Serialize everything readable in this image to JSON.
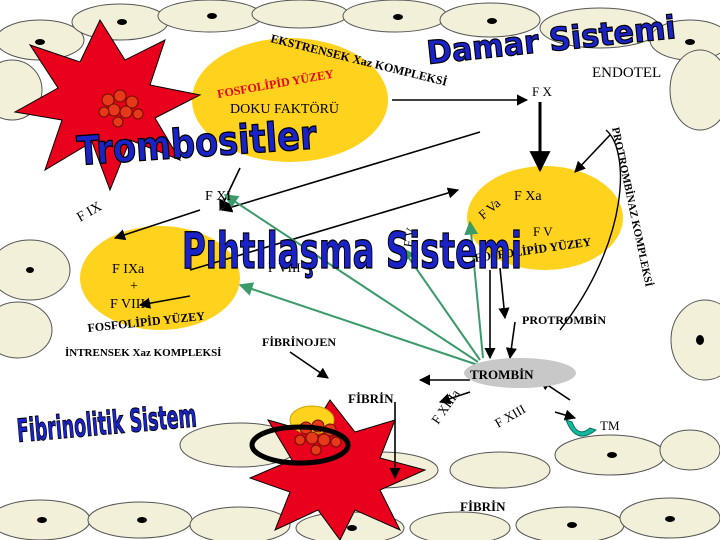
{
  "titles": {
    "damar_sistemi": "Damar Sistemi",
    "trombositler": "Trombositler",
    "pihtilasma_sistemi": "Pıhtılaşma Sistemi",
    "fibrinolitik_sistem": "Fibrinolitik Sistem"
  },
  "labels": {
    "ekstrensek_complex": "EKSTRENSEK Xaz KOMPLEKSİ",
    "endotel": "ENDOTEL",
    "fosfolipid_yuzey_top": "FOSFOLİPİD YÜZEY",
    "doku_faktoru": "DOKU FAKTÖRÜ",
    "fx": "F X",
    "protrombinaz_kompleksi": "PROTROMBİNAZ KOMPLEKSİ",
    "fxa": "F Xa",
    "fva": "F Va",
    "fv": "F V",
    "fosfolipid_yuzey_right": "FOSFOLİPİD YÜZEY",
    "fix": "F IX",
    "fxi": "F XI",
    "fixa": "F IXa",
    "plus": "+",
    "fviiia": "F VIIIa",
    "fviii": "F VIII",
    "fosfolipid_yuzey_left": "FOSFOLİPİD YÜZEY",
    "intrensek_complex": "İNTRENSEK Xaz KOMPLEKSİ",
    "fibrinojen": "FİBRİNOJEN",
    "protrombin": "PROTROMBİN",
    "trombin": "TROMBİN",
    "fibrin_mid": "FİBRİN",
    "fxiiia": "F XIIIa",
    "fxiii": "F XIII",
    "tm": "TM",
    "fibrin_bottom": "FİBRİN"
  },
  "colors": {
    "yellow": "#FFD21E",
    "red": "#E8001C",
    "blue": "#1A23C8",
    "teal_arrow": "#3B9A6A",
    "cell_fill": "#F2F0D8",
    "trombin_fill": "#C8C8C8",
    "tm_fill": "#14B8A0",
    "platelet": "#E8381A"
  },
  "icons": [
    "starburst-icon",
    "platelet-cluster-icon",
    "endothelial-cell-icon",
    "arrow-icon",
    "thrombomodulin-icon"
  ]
}
